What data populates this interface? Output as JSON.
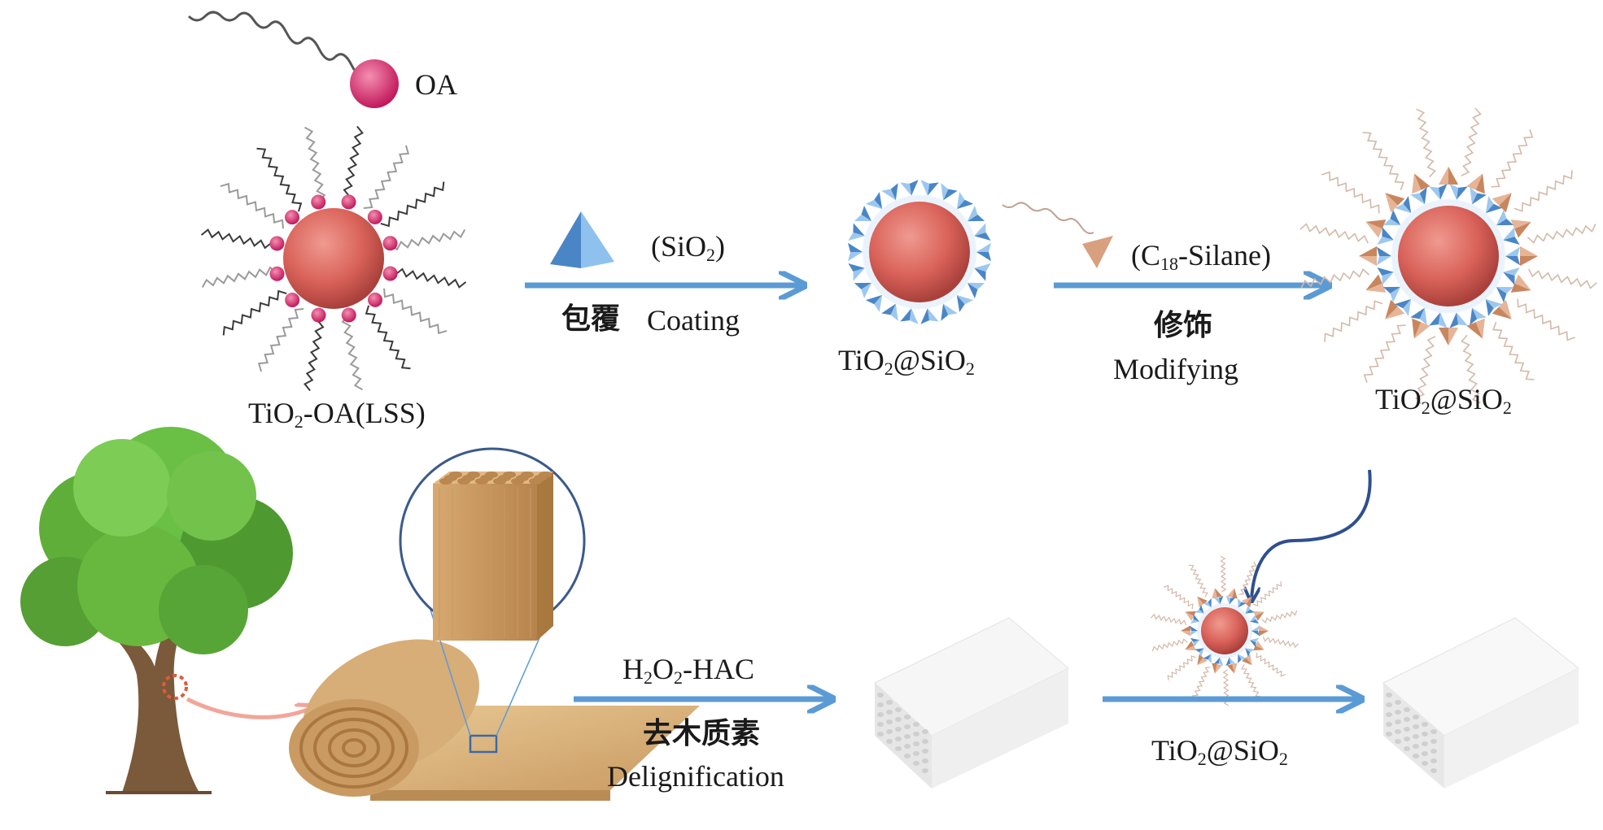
{
  "labels": {
    "oa": "OA",
    "precursor": {
      "pre": "TiO",
      "sub": "2",
      "post": "-OA(LSS)"
    },
    "sio2_reagent": {
      "pre": "(SiO",
      "sub": "2",
      "post": ")"
    },
    "coating_cn": "包覆",
    "coating_en": "Coating",
    "core_shell_1": {
      "a": "TiO",
      "s1": "2",
      "b": "@SiO",
      "s2": "2"
    },
    "silane_reagent": {
      "pre": "(C",
      "sub": "18",
      "post": "-Silane)"
    },
    "modifying_cn": "修饰",
    "modifying_en": "Modifying",
    "core_shell_2": {
      "a": "TiO",
      "s1": "2",
      "b": "@SiO",
      "s2": "2"
    },
    "oxidant": {
      "a": "H",
      "s1": "2",
      "b": "O",
      "s2": "2",
      "c": "-HAC"
    },
    "delignification_cn": "去木质素",
    "delignification_en": "Delignification",
    "core_shell_3": {
      "a": "TiO",
      "s1": "2",
      "b": "@SiO",
      "s2": "2"
    }
  },
  "colors": {
    "arrow": "#5b9bd5",
    "curved_arrow": "#2f4f8f",
    "core": "#d9625a",
    "oa_head": "#e0457a",
    "sio2": "#6fa8dc",
    "silane": "#d9a080",
    "foliage": "#5fae3a",
    "trunk": "#7a5a3a",
    "wood": "#d8b384",
    "delignified": "#f2f2f2"
  },
  "icons": [
    "oa-molecule-icon",
    "tio2-nanoparticle-icon",
    "sio2-pyramid-icon",
    "silane-icon",
    "tree-icon",
    "wood-roll-icon",
    "wood-cube-icon",
    "delignified-wood-icon",
    "treated-wood-icon"
  ]
}
